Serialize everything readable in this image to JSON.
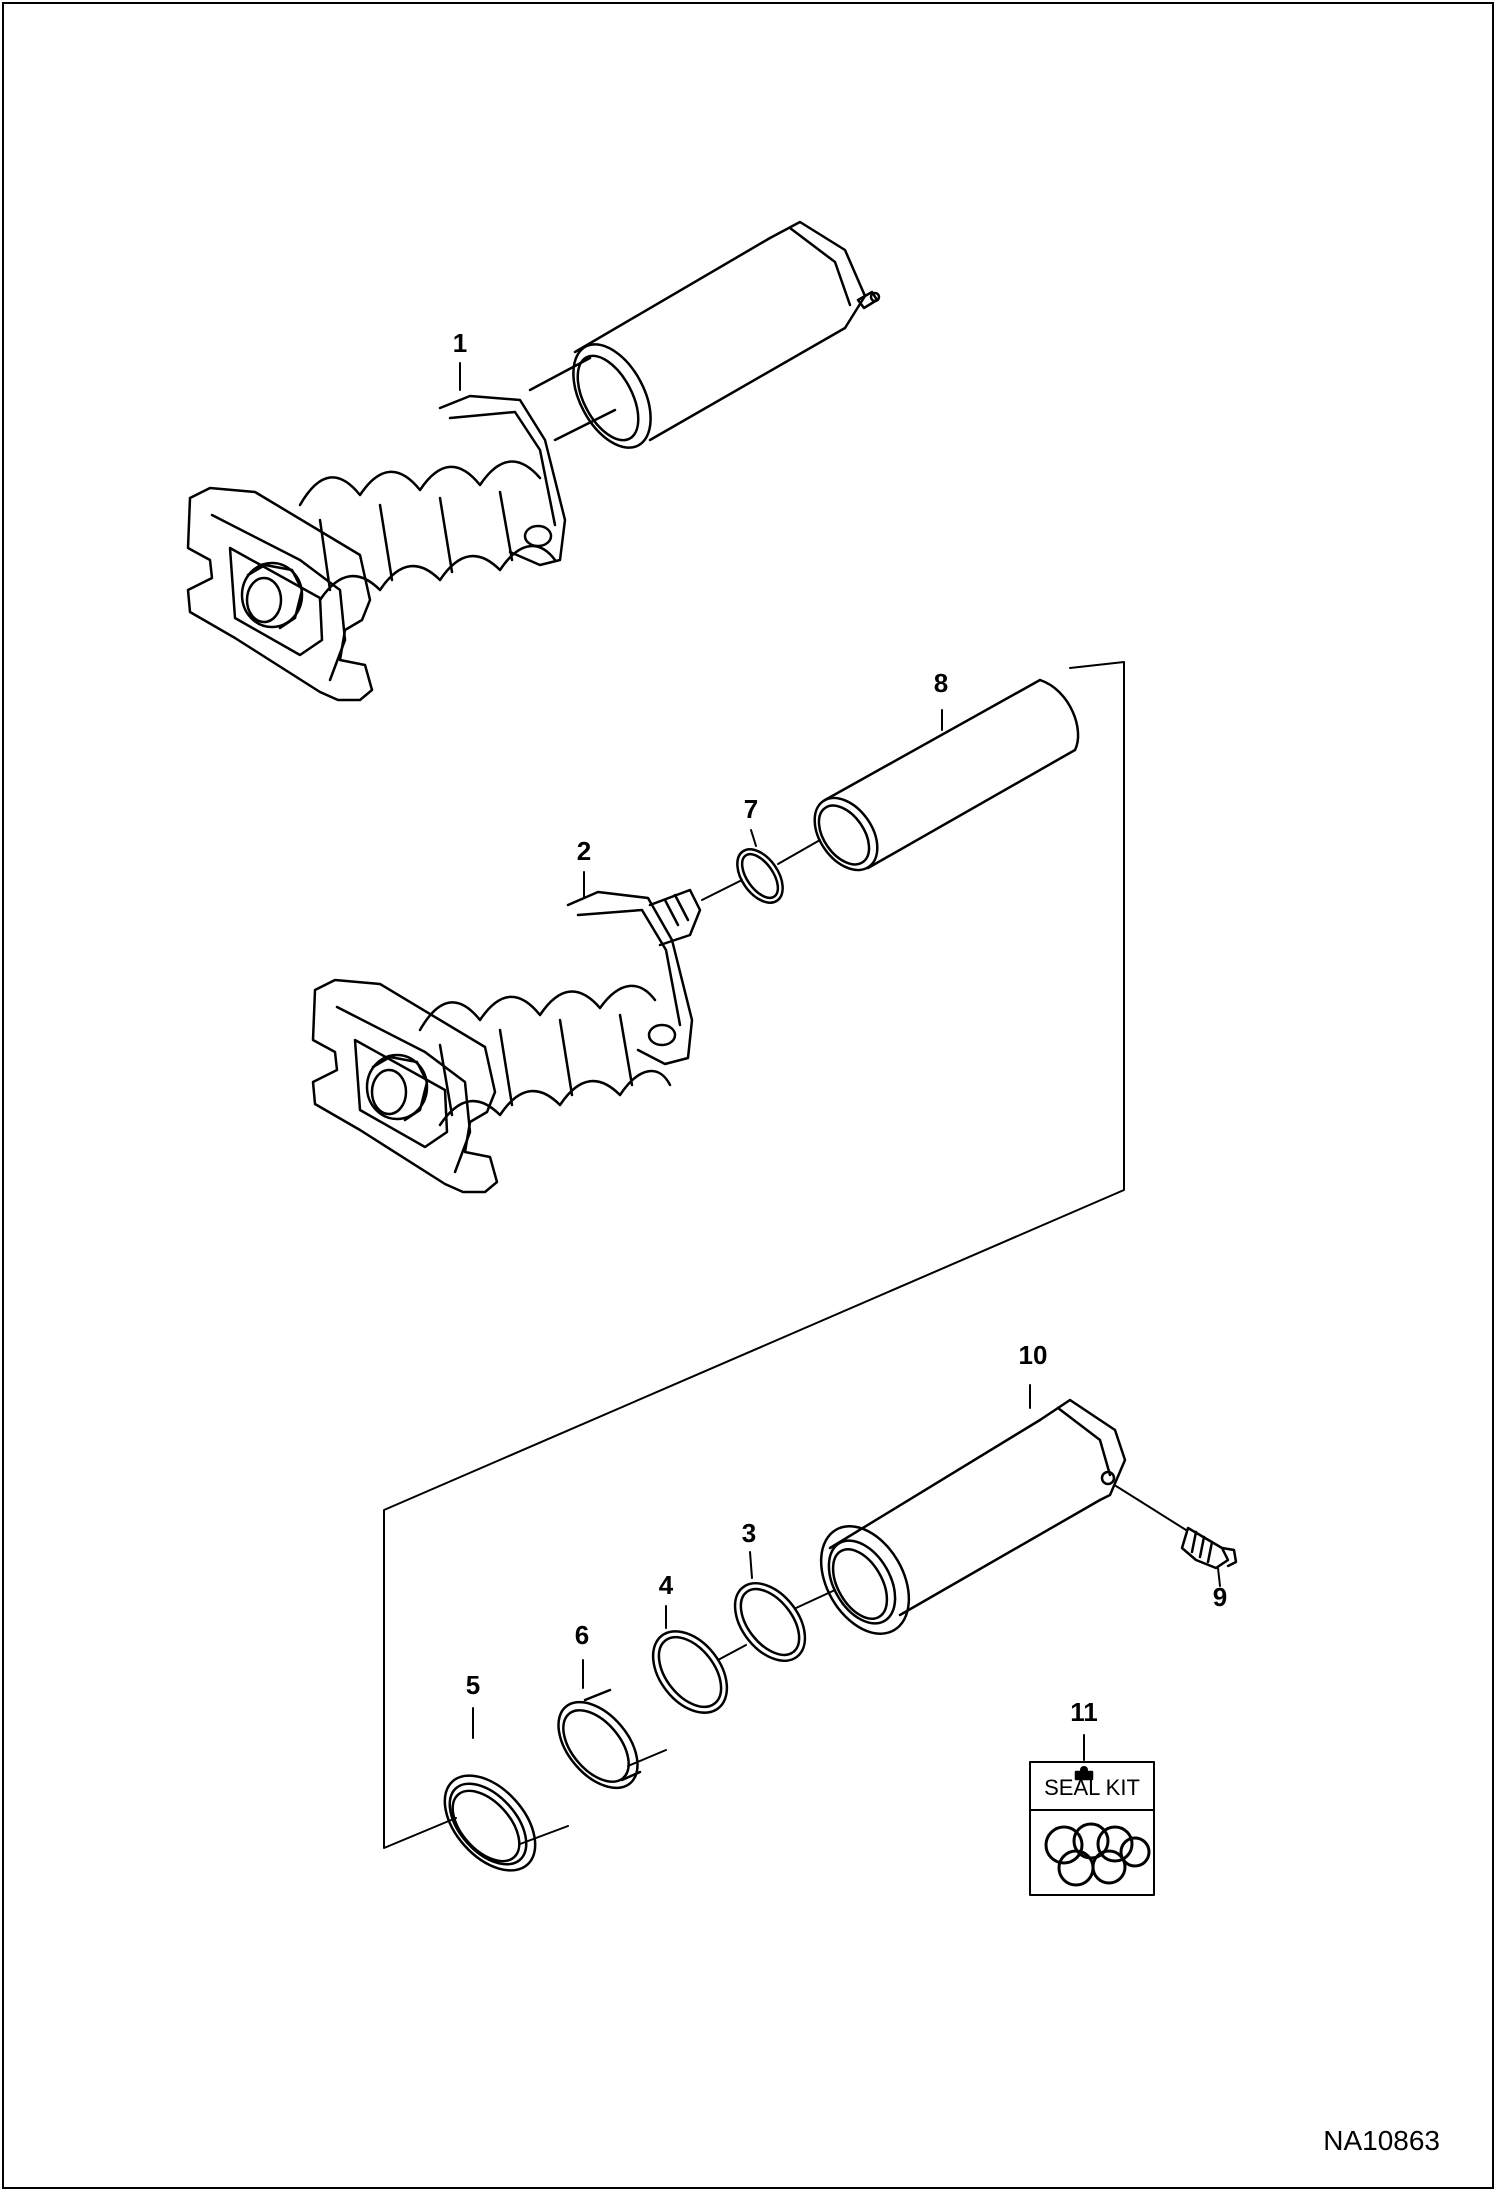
{
  "diagram": {
    "figure_id": "NA10863",
    "callouts": [
      "1",
      "2",
      "3",
      "4",
      "5",
      "6",
      "7",
      "8",
      "9",
      "10",
      "11"
    ],
    "seal_kit_label": "SEAL KIT"
  }
}
